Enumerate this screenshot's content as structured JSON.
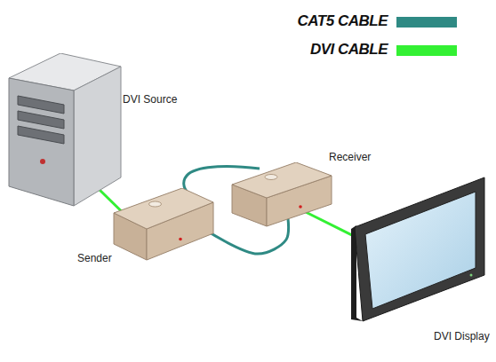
{
  "diagram": {
    "nodes": [
      {
        "text": [
          "DVI Source"
        ]
      },
      {
        "text": [
          "Sender"
        ]
      },
      {
        "text": [
          "Receiver"
        ]
      },
      {
        "text": [
          "DVI Display"
        ]
      }
    ],
    "edges": [
      {
        "from": 0,
        "to": 1,
        "arrow": "none"
      },
      {
        "from": 1,
        "to": 2,
        "arrow": "none"
      },
      {
        "from": 2,
        "to": 3,
        "arrow": "none"
      }
    ],
    "legend": [
      {
        "text": "CAT5 CABLE",
        "color": "#2f8a84"
      },
      {
        "text": "DVI CABLE",
        "color": "#33f033"
      }
    ]
  }
}
